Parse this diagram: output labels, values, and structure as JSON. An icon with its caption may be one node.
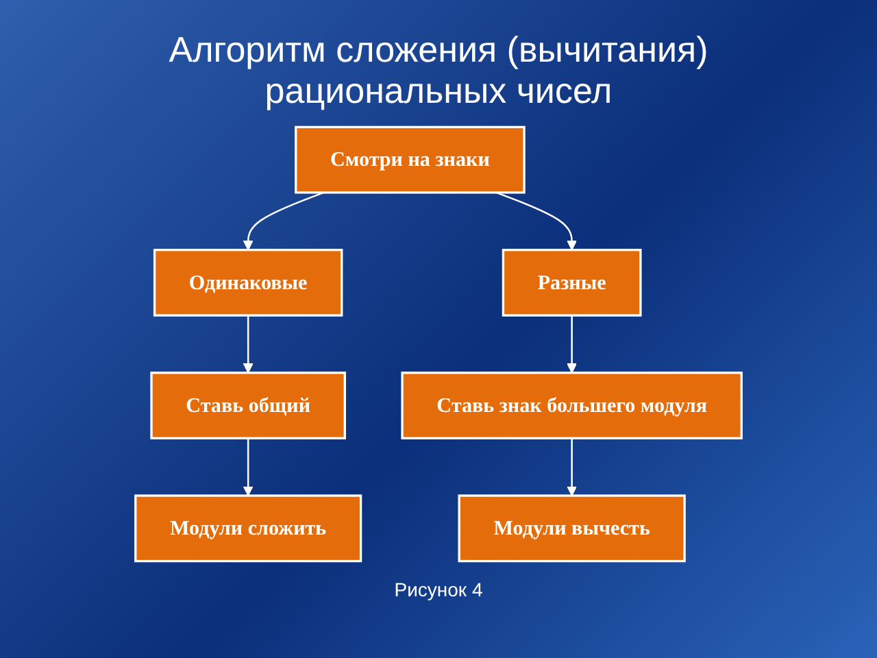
{
  "diagram": {
    "title": "Алгоритм сложения (вычитания) рациональных чисел",
    "caption": "Рисунок 4",
    "nodes": [
      {
        "text": [
          "Смотри на знаки"
        ]
      },
      {
        "text": [
          "Одинаковые"
        ]
      },
      {
        "text": [
          "Разные"
        ]
      },
      {
        "text": [
          "Ставь общий"
        ]
      },
      {
        "text": [
          "Ставь знак большего модуля"
        ]
      },
      {
        "text": [
          "Модули сложить"
        ]
      },
      {
        "text": [
          "Модули вычесть"
        ]
      }
    ],
    "edges": [
      {
        "from": 0,
        "to": 1,
        "arrow": "to"
      },
      {
        "from": 0,
        "to": 2,
        "arrow": "to"
      },
      {
        "from": 1,
        "to": 3,
        "arrow": "to"
      },
      {
        "from": 2,
        "to": 4,
        "arrow": "to"
      },
      {
        "from": 3,
        "to": 5,
        "arrow": "to"
      },
      {
        "from": 4,
        "to": 6,
        "arrow": "to"
      }
    ]
  }
}
